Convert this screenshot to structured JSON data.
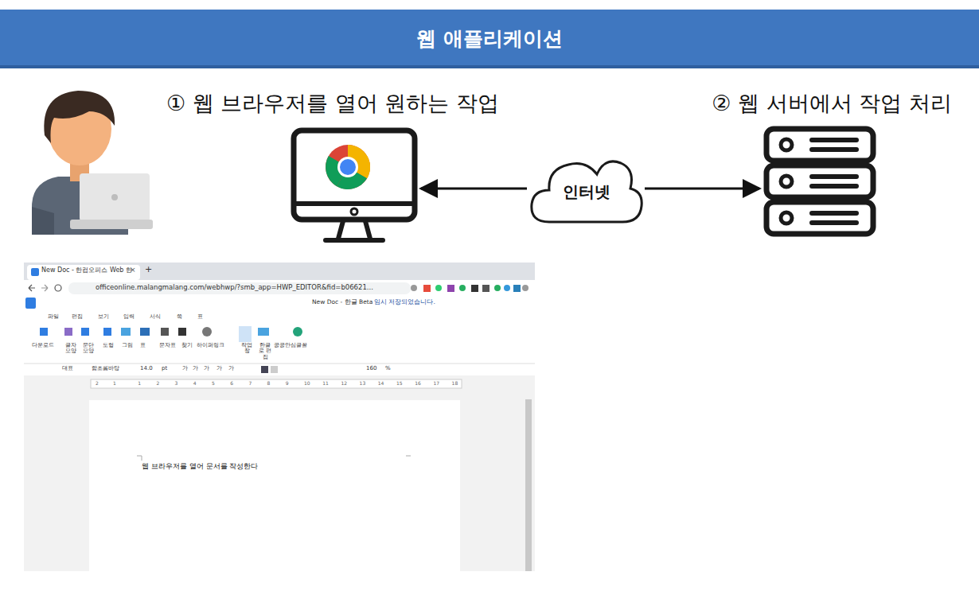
{
  "diagram": {
    "title": "웹 애플리케이션",
    "nodes": [
      {
        "text": [
          "① 웹 브라우저를 열어 원하는 작업"
        ]
      },
      {
        "text": [
          "인터넷"
        ]
      },
      {
        "text": [
          "② 웹 서버에서 작업 처리"
        ]
      }
    ],
    "edges": [
      {
        "from": 1,
        "to": 0,
        "arrow": "to"
      },
      {
        "from": 1,
        "to": 2,
        "arrow": "to"
      }
    ],
    "labels": [
      "New Doc - 한컴오피스 Web 한",
      "×",
      "+",
      "officeonline.malangmalang.com/webhwp/?smb_app=HWP_EDITOR&fid=b06621...",
      "New Doc - 한글 Beta",
      "임시 저장되었습니다.",
      "파일",
      "편집",
      "보기",
      "입력",
      "서식",
      "쪽",
      "표",
      "다운로드",
      "글자 모양",
      "문단 모양",
      "도형",
      "그림",
      "표",
      "문자표",
      "찾기",
      "하이퍼링크",
      "작업 창",
      "한글로 편집",
      "공공안심글꼴",
      "대표",
      "함초롬바탕",
      "14.0",
      "pt",
      "가",
      "가",
      "가",
      "가",
      "가",
      "160",
      "%",
      "2",
      "1",
      "1",
      "2",
      "3",
      "4",
      "5",
      "6",
      "7",
      "8",
      "9",
      "10",
      "11",
      "12",
      "13",
      "14",
      "15",
      "16",
      "17",
      "18",
      "웹 브라우저를 열어 문서를 작성한다"
    ]
  }
}
